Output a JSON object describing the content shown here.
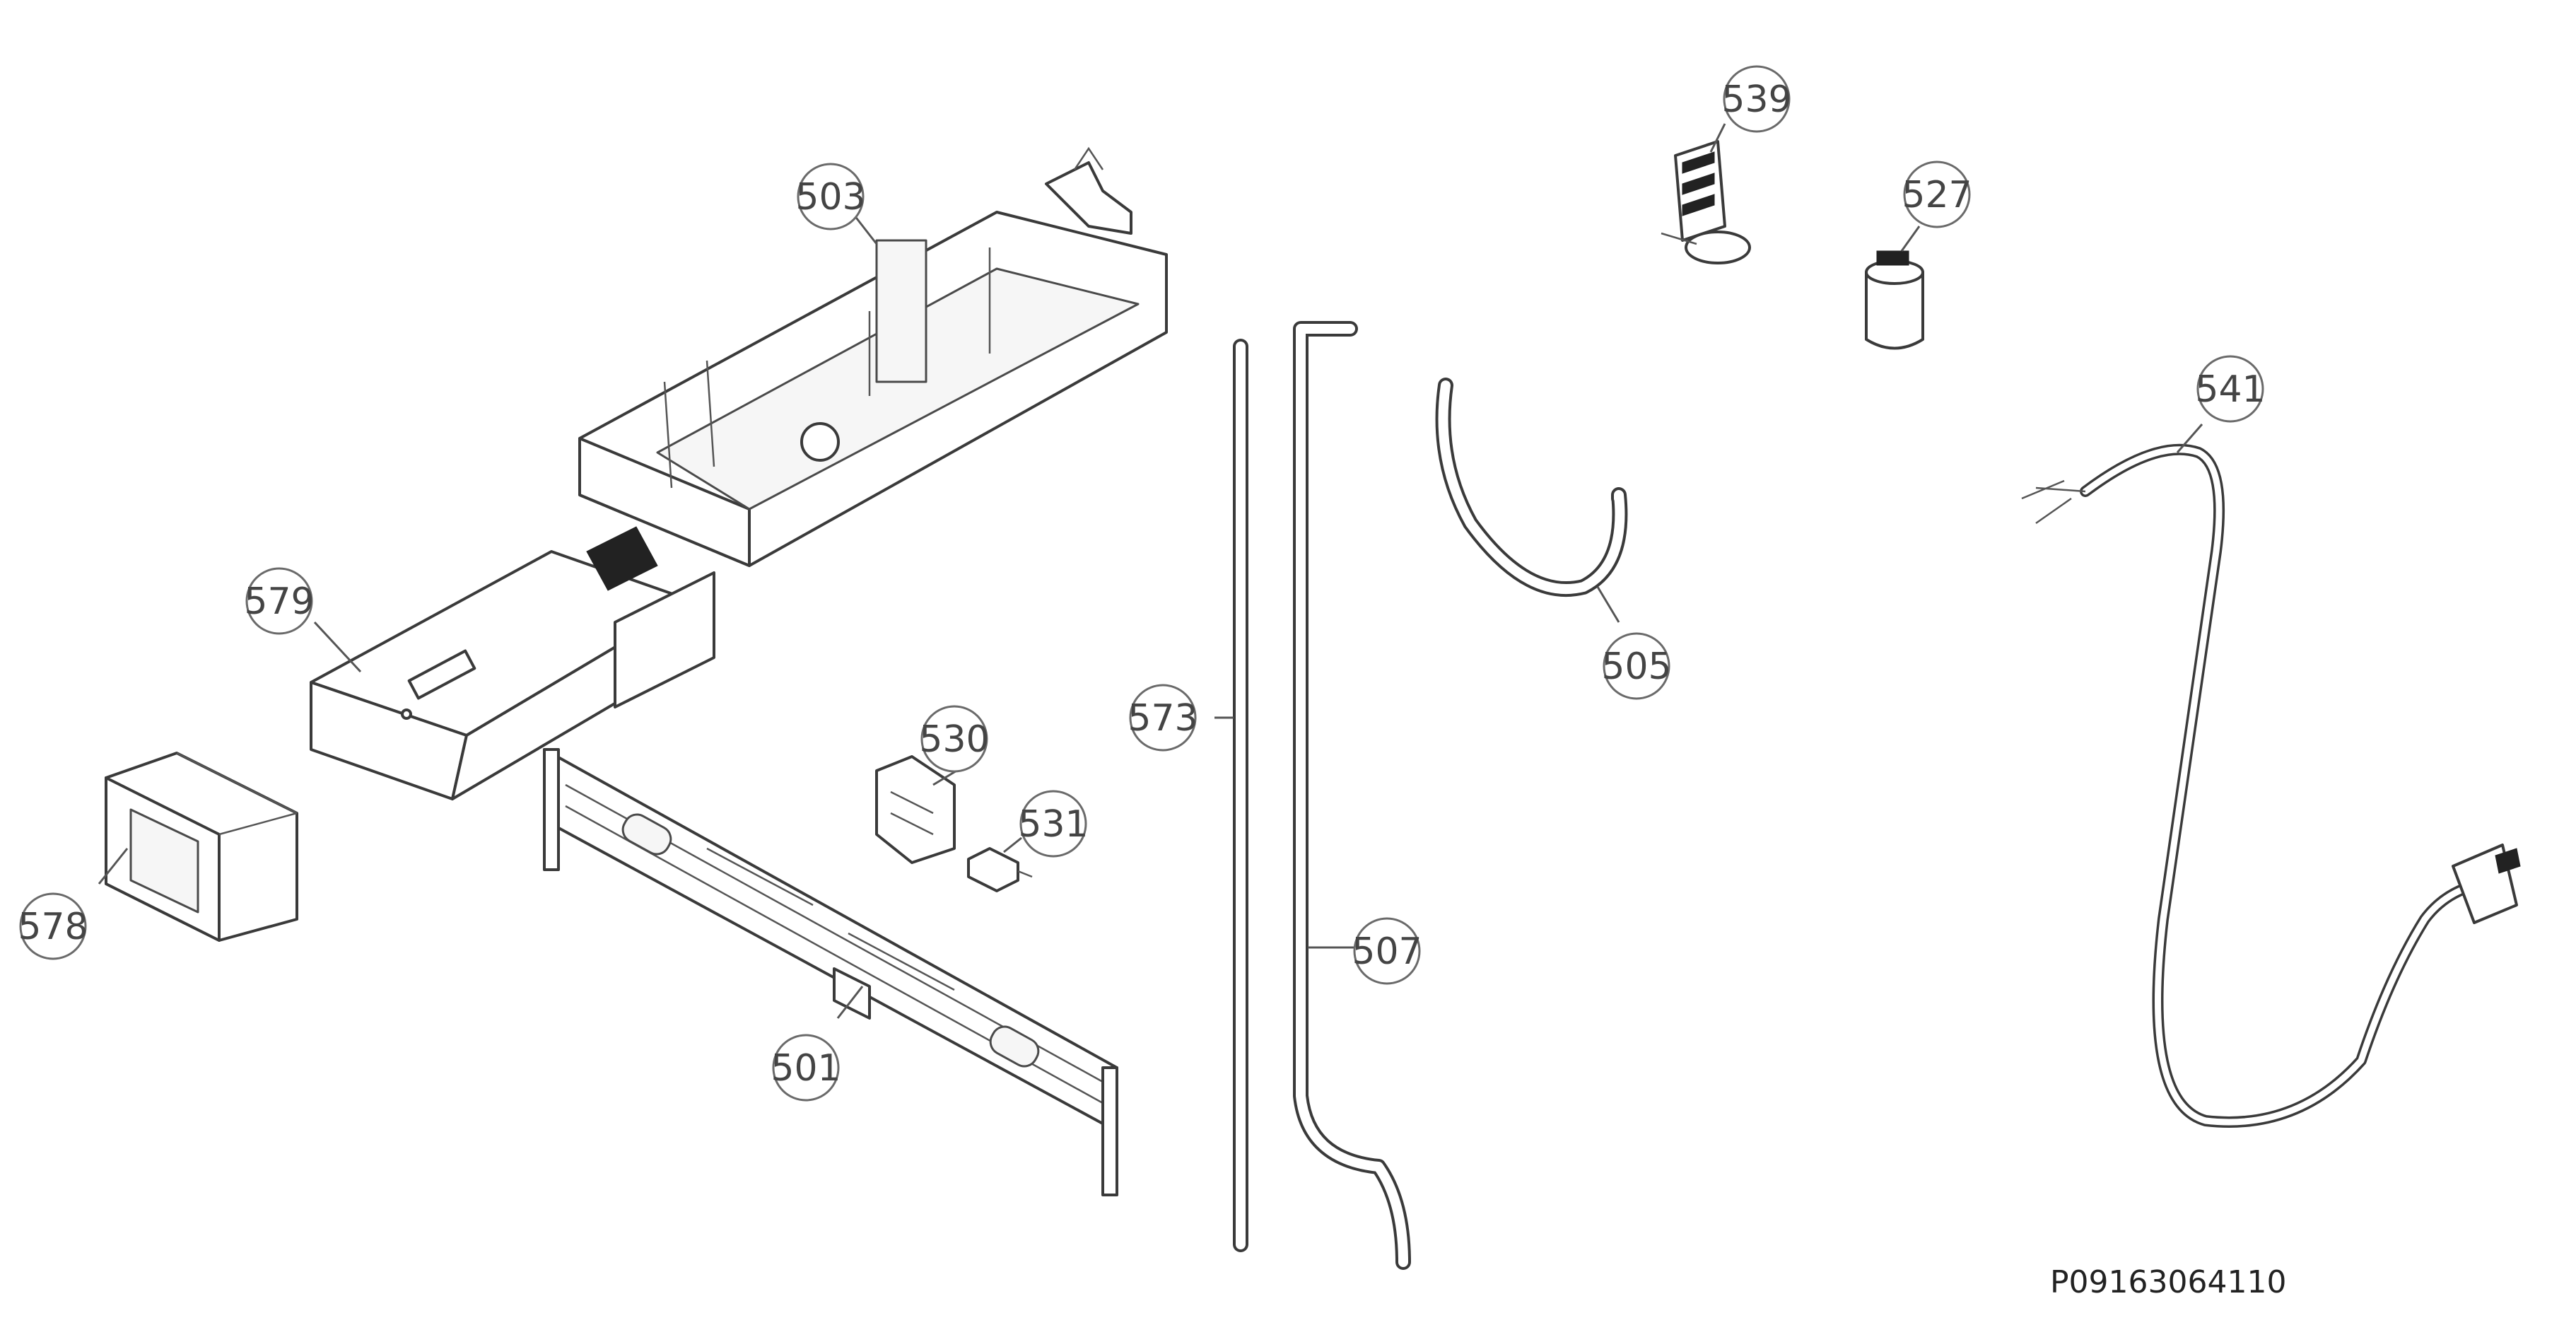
{
  "diagram": {
    "document_code": "P09163064110",
    "callouts": [
      "503",
      "579",
      "578",
      "501",
      "530",
      "531",
      "573",
      "507",
      "505",
      "539",
      "527",
      "541"
    ]
  }
}
